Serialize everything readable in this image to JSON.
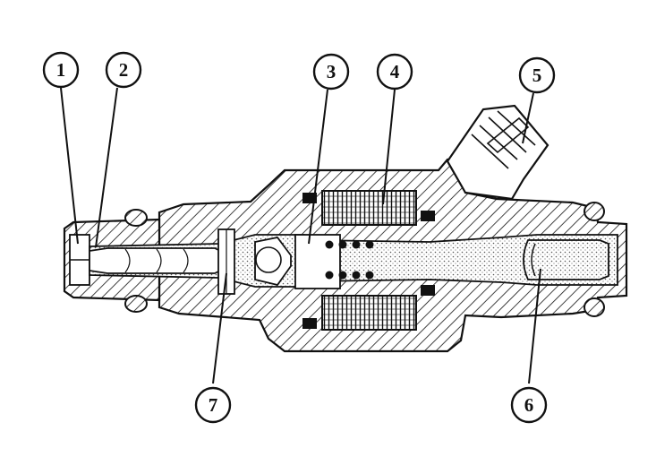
{
  "callouts": [
    {
      "number": "1"
    },
    {
      "number": "2"
    },
    {
      "number": "3"
    },
    {
      "number": "4"
    },
    {
      "number": "5"
    },
    {
      "number": "6"
    },
    {
      "number": "7"
    }
  ],
  "colors": {
    "ink": "#111111",
    "paper": "#ffffff",
    "fuel_stipple": "#cfcfcf"
  }
}
